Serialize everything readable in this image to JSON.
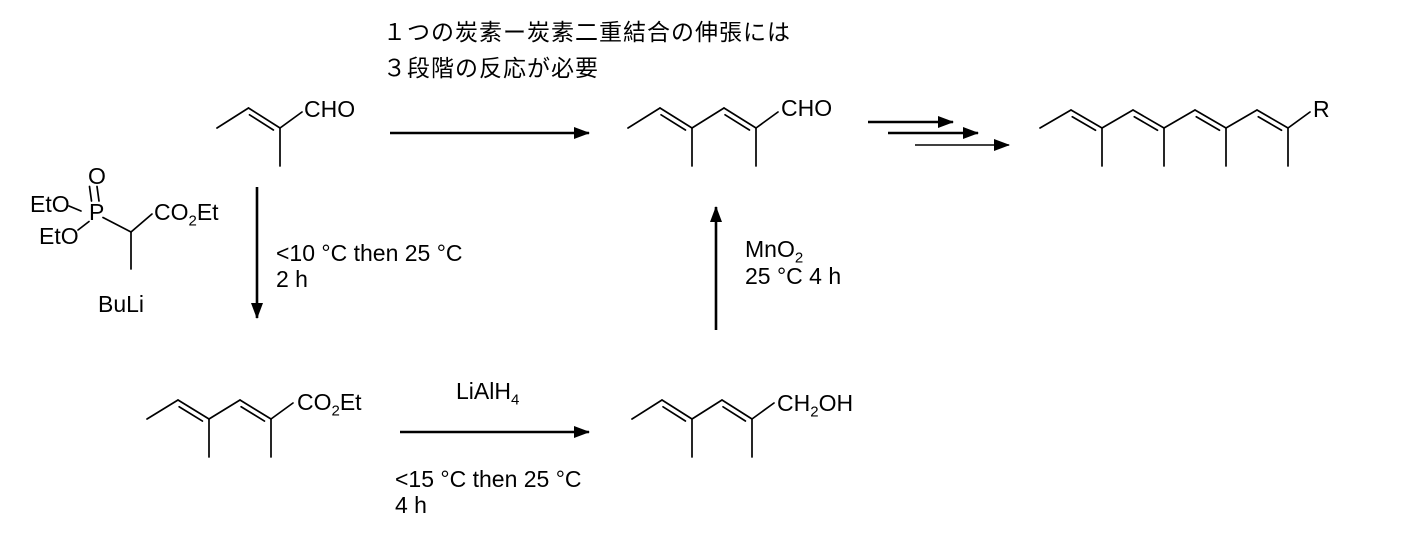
{
  "title_note": {
    "line1": "１つの炭素ー炭素二重結合の伸張には",
    "line2": "３段階の反応が必要"
  },
  "labels": {
    "tiglaldehyde_cho": "CHO",
    "dienal_cho": "CHO",
    "polyene_r": "R",
    "ester_group": {
      "pre": "CO",
      "sub": "2",
      "post": "Et"
    },
    "alcohol_group": {
      "pre": "CH",
      "sub": "2",
      "post": "OH"
    },
    "phosphonate": {
      "oxygen": "O",
      "phosphorus": "P",
      "ethoxy_top": "EtO",
      "ethoxy_bottom": "EtO",
      "ester": {
        "pre": "CO",
        "sub": "2",
        "post": "Et"
      },
      "base": "BuLi"
    }
  },
  "steps": {
    "olefination": {
      "conditions_line1": "<10 °C then 25 °C",
      "conditions_line2": "2 h"
    },
    "reduction": {
      "reagent": {
        "pre": "LiAlH",
        "sub": "4"
      },
      "conditions_line1": "<15 °C then 25 °C",
      "conditions_line2": "4 h"
    },
    "oxidation": {
      "reagent": {
        "pre": "MnO",
        "sub": "2"
      },
      "conditions_line1": "25 °C 4 h"
    }
  },
  "colors": {
    "ink": "#000000",
    "background": "#ffffff"
  }
}
